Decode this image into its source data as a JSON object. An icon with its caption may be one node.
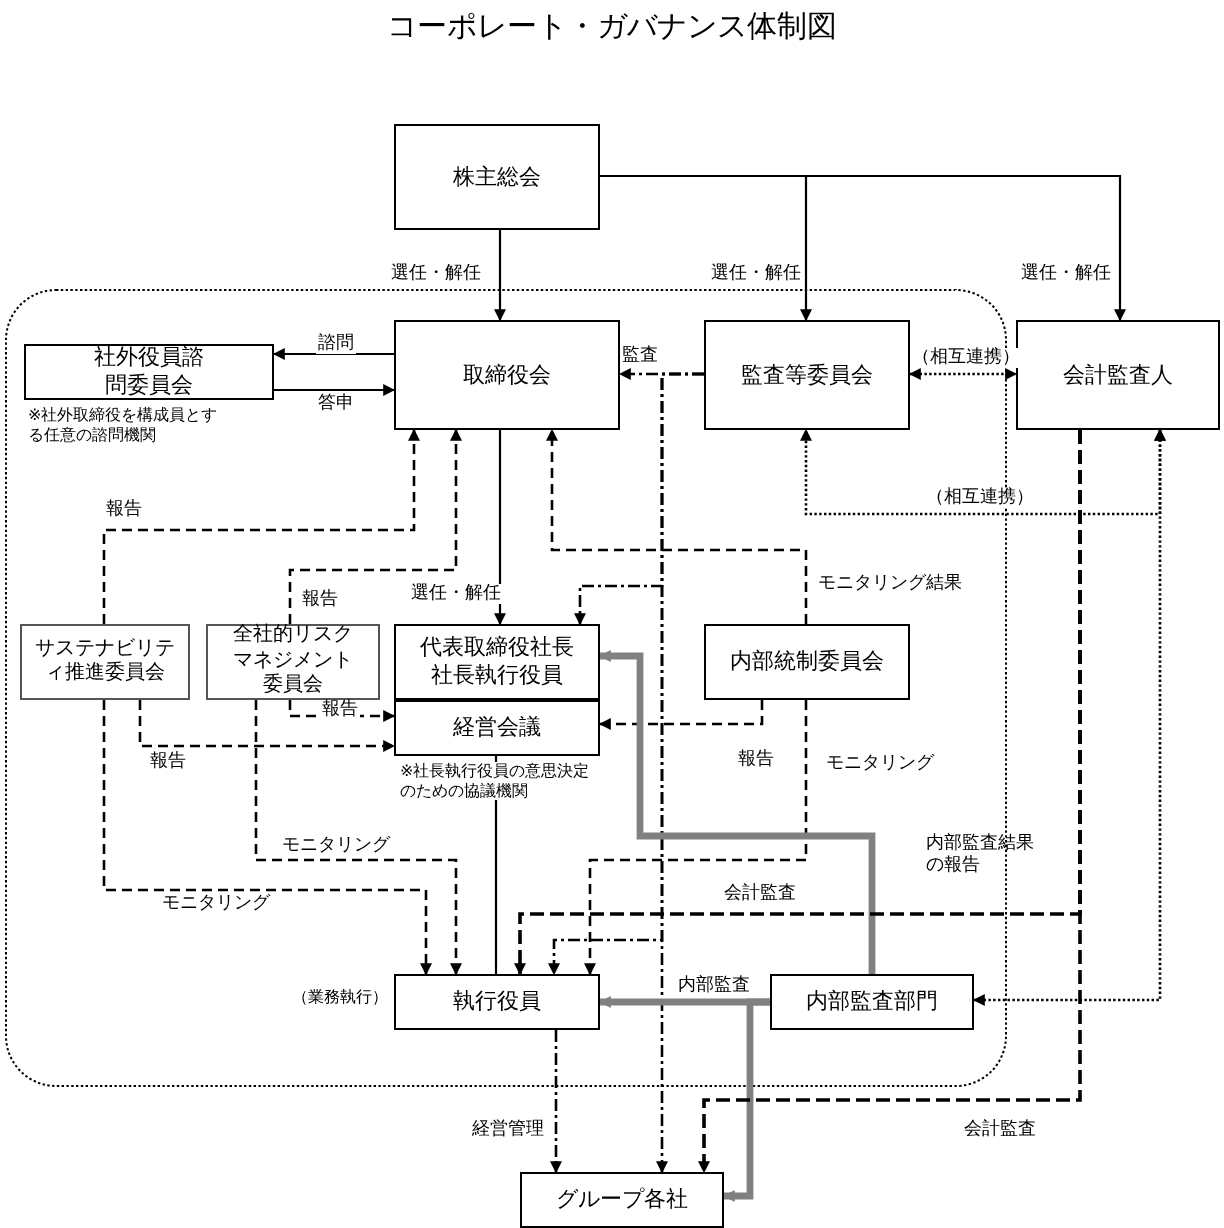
{
  "diagram": {
    "title": "コーポレート・ガバナンス体制図",
    "nodes": [
      {
        "text": [
          "株主総会"
        ]
      },
      {
        "text": [
          "社外役員諮問委員会"
        ],
        "beside": [
          "※社外取締役を構成員とする任意の諮問機関"
        ]
      },
      {
        "text": [
          "取締役会"
        ]
      },
      {
        "text": [
          "監査等委員会"
        ]
      },
      {
        "text": [
          "会計監査人"
        ]
      },
      {
        "text": [
          "サステナビリティ推進委員会"
        ]
      },
      {
        "text": [
          "全社的リスクマネジメント委員会"
        ]
      },
      {
        "text": [
          "代表取締役社長社長執行役員"
        ]
      },
      {
        "text": [
          "経営会議"
        ],
        "beside": [
          "※社長執行役員の意思決定のための協議機関"
        ]
      },
      {
        "text": [
          "内部統制委員会"
        ]
      },
      {
        "text": [
          "執行役員"
        ],
        "beside": [
          "（業務執行）"
        ]
      },
      {
        "text": [
          "内部監査部門"
        ]
      },
      {
        "text": [
          "グループ各社"
        ]
      }
    ],
    "edges": [
      {
        "from": 0,
        "to": 2,
        "arrow": "to",
        "label": "選任・解任"
      },
      {
        "from": 0,
        "to": 3,
        "arrow": "to",
        "label": "選任・解任"
      },
      {
        "from": 0,
        "to": 4,
        "arrow": "to",
        "label": "選任・解任"
      },
      {
        "from": 2,
        "to": 1,
        "arrow": "to",
        "label": "諮問"
      },
      {
        "from": 1,
        "to": 2,
        "arrow": "to",
        "label": "答申"
      },
      {
        "from": 3,
        "to": 2,
        "arrow": "to",
        "label": "監査",
        "style": "dashed"
      },
      {
        "from": 3,
        "to": 4,
        "arrow": "both",
        "label": "（相互連携）",
        "style": "dashed"
      },
      {
        "from": 4,
        "to": 11,
        "arrow": "both",
        "style": "dashed"
      },
      {
        "from": 4,
        "to": 3,
        "arrow": "both",
        "label": "（相互連携）",
        "style": "dashed"
      },
      {
        "from": 3,
        "to": 7,
        "arrow": "to",
        "style": "dashed"
      },
      {
        "from": 3,
        "to": 10,
        "arrow": "to",
        "style": "dashed"
      },
      {
        "from": 3,
        "to": 12,
        "arrow": "to",
        "style": "dashed"
      },
      {
        "from": 9,
        "to": 2,
        "arrow": "to",
        "label": "モニタリング結果",
        "style": "dashed"
      },
      {
        "from": 9,
        "to": 8,
        "arrow": "to",
        "label": "報告",
        "style": "dashed"
      },
      {
        "from": 9,
        "to": 10,
        "arrow": "to",
        "label": "モニタリング",
        "style": "dashed"
      },
      {
        "from": 11,
        "to": 7,
        "arrow": "to",
        "label": "内部監査結果の報告",
        "style": "thick",
        "color": "#808080"
      },
      {
        "from": 11,
        "to": 10,
        "arrow": "to",
        "label": "内部監査",
        "style": "thick",
        "color": "#808080"
      },
      {
        "from": 11,
        "to": 12,
        "arrow": "to",
        "style": "thick",
        "color": "#808080"
      },
      {
        "from": 4,
        "to": 10,
        "arrow": "to",
        "label": "会計監査",
        "style": "dashed"
      },
      {
        "from": 4,
        "to": 12,
        "arrow": "to",
        "label": "会計監査",
        "style": "dashed"
      },
      {
        "from": 5,
        "to": 2,
        "arrow": "to",
        "label": "報告",
        "style": "dashed"
      },
      {
        "from": 5,
        "to": 8,
        "arrow": "to",
        "label": "報告",
        "style": "dashed"
      },
      {
        "from": 5,
        "to": 10,
        "arrow": "to",
        "label": "モニタリング",
        "style": "dashed"
      },
      {
        "from": 6,
        "to": 2,
        "arrow": "to",
        "label": "報告",
        "style": "dashed"
      },
      {
        "from": 6,
        "to": 8,
        "arrow": "to",
        "label": "報告",
        "style": "dashed"
      },
      {
        "from": 6,
        "to": 10,
        "arrow": "to",
        "label": "モニタリング",
        "style": "dashed"
      },
      {
        "from": 2,
        "to": 7,
        "arrow": "to",
        "label": "選任・解任"
      },
      {
        "from": 8,
        "to": 10,
        "arrow": "none"
      },
      {
        "from": 10,
        "to": 12,
        "arrow": "to",
        "label": "経営管理",
        "style": "dashed"
      }
    ]
  }
}
